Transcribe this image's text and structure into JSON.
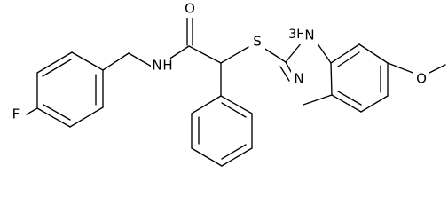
{
  "molecule": {
    "atoms": {
      "fluorine": "F",
      "amide_nitrogen": "N",
      "amide_hydrogen": "H",
      "carbonyl_oxygen": "O",
      "thioether_sulfur": "S",
      "benzimidazole_nh": "3H",
      "benzimidazole_nh_nitrogen": "N",
      "benzimidazole_nitrogen": "N",
      "methoxy_oxygen": "O"
    }
  }
}
